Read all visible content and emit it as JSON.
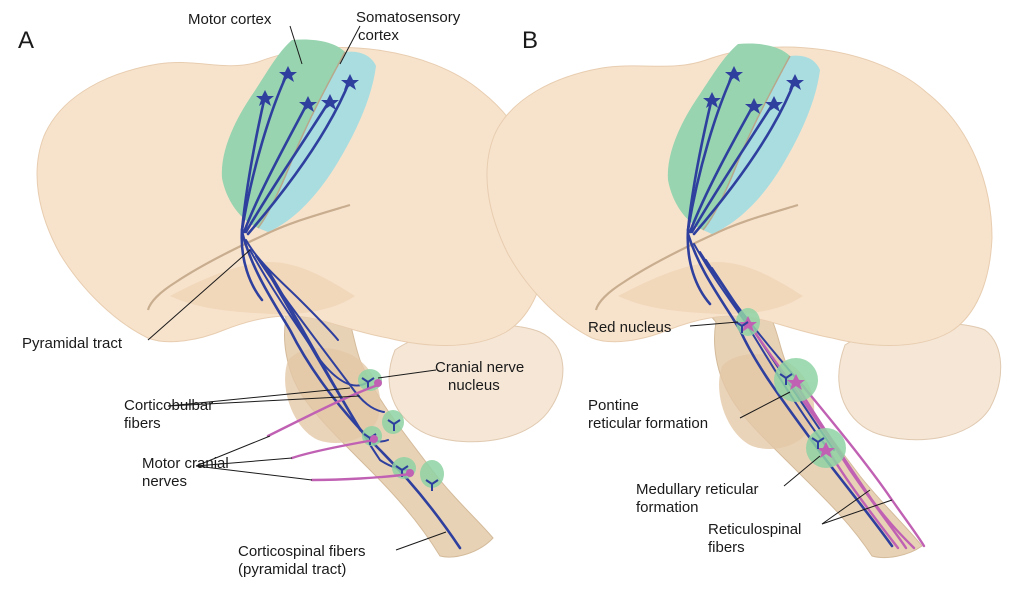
{
  "panels": {
    "a": {
      "letter": "A",
      "labels": {
        "motor_cortex": "Motor cortex",
        "somatosensory_line1": "Somatosensory",
        "somatosensory_line2": "cortex",
        "pyramidal_tract": "Pyramidal tract",
        "cranial_nerve_line1": "Cranial nerve",
        "cranial_nerve_line2": "nucleus",
        "corticobulbar_line1": "Corticobulbar",
        "corticobulbar_line2": "fibers",
        "motor_cranial_line1": "Motor cranial",
        "motor_cranial_line2": "nerves",
        "corticospinal_line1": "Corticospinal fibers",
        "corticospinal_line2": "(pyramidal tract)"
      }
    },
    "b": {
      "letter": "B",
      "labels": {
        "red_nucleus": "Red nucleus",
        "pontine_line1": "Pontine",
        "pontine_line2": "reticular formation",
        "medullary_line1": "Medullary reticular",
        "medullary_line2": "formation",
        "reticulospinal_line1": "Reticulospinal",
        "reticulospinal_line2": "fibers"
      }
    }
  },
  "colors": {
    "brain": "#f7e3cc",
    "brain_shadow": "#efd3b4",
    "brainstem": "#e8d2b6",
    "motor_cortex": "#98d4b0",
    "somatosensory_cortex": "#a9dde0",
    "tract": "#2e3f9e",
    "nerve": "#c061b3",
    "nucleus": "#8fd3a4"
  },
  "icons": {
    "neuron": "star-neuron-icon",
    "synapse": "y-synapse-icon"
  }
}
